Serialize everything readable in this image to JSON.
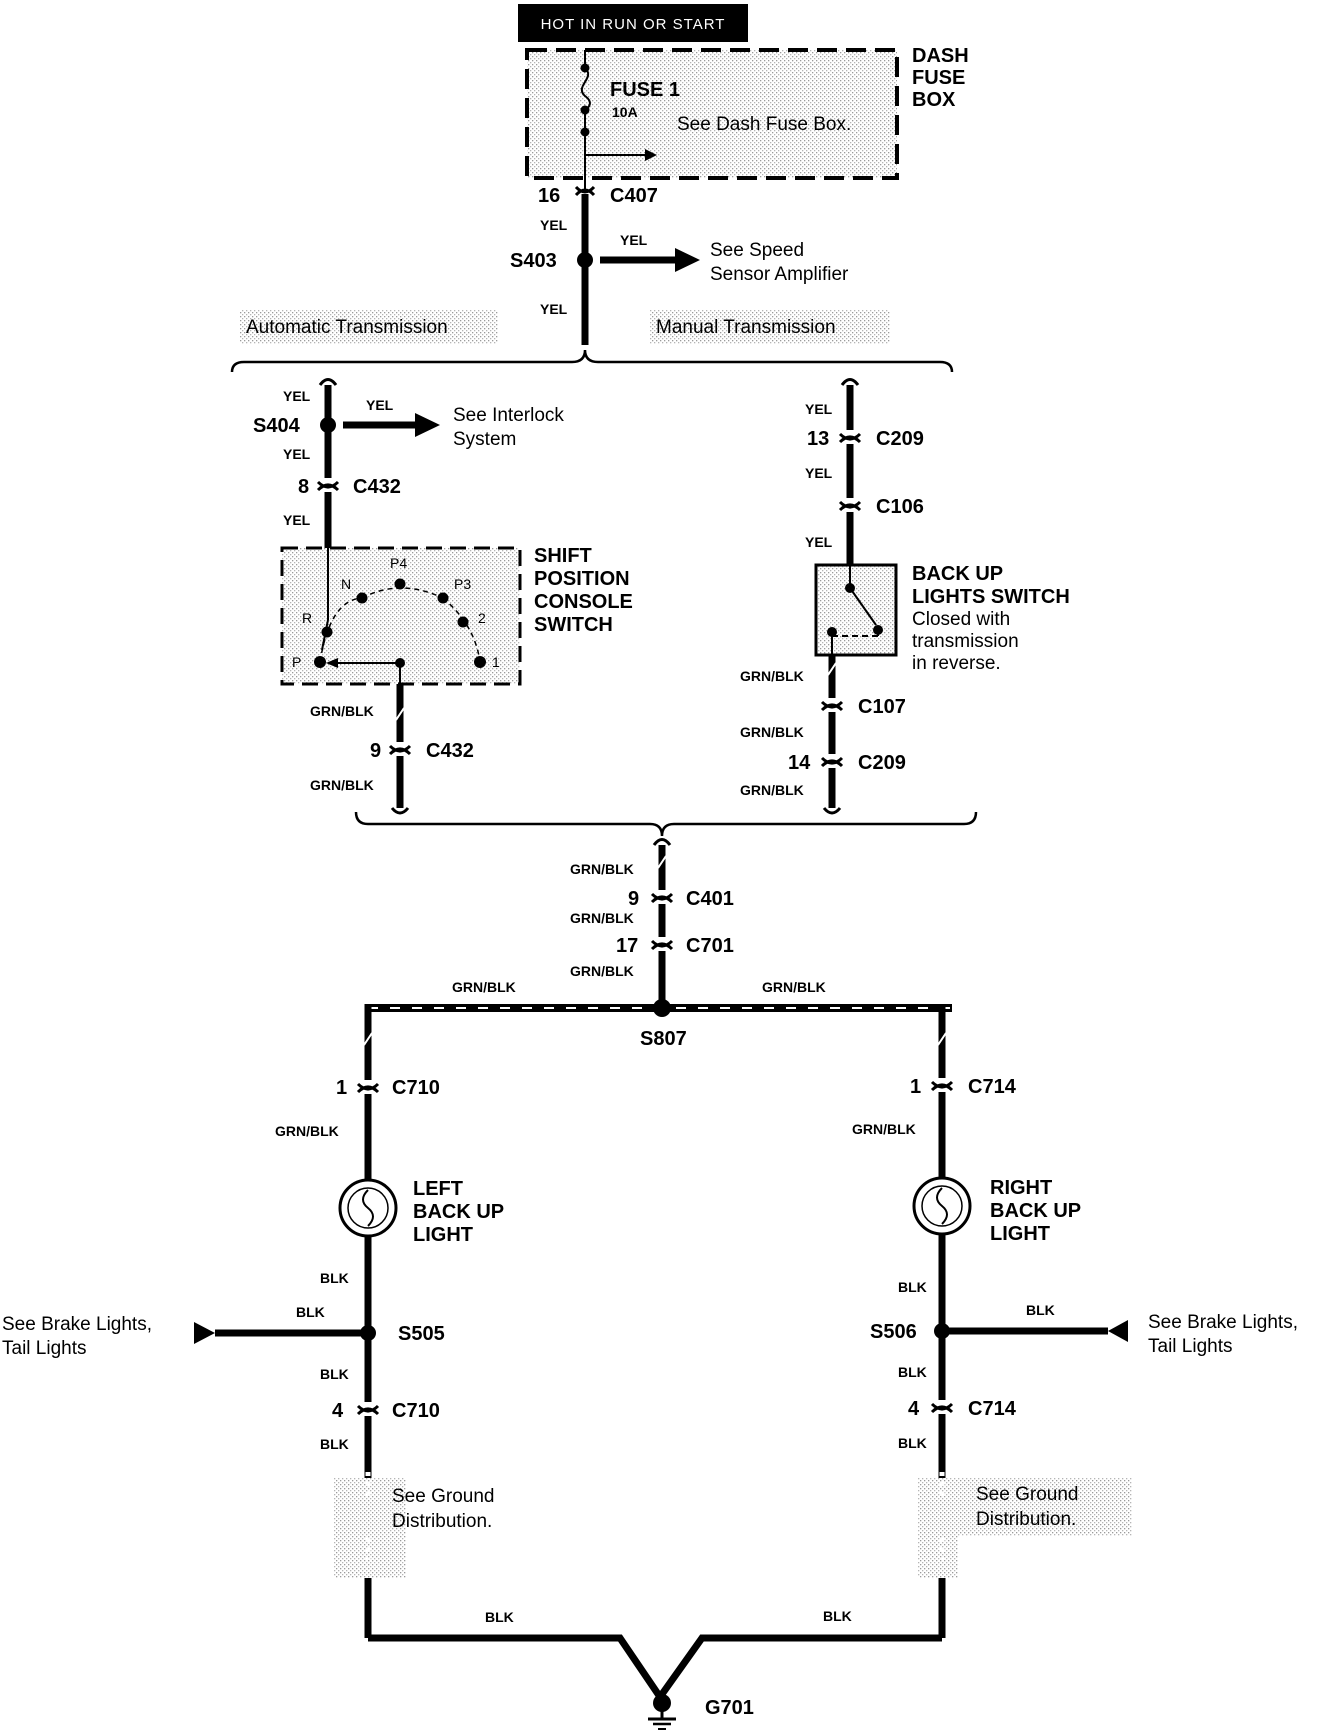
{
  "power": {
    "label": "HOT IN RUN OR START"
  },
  "fuse_box": {
    "name_line1": "DASH",
    "name_line2": "FUSE",
    "name_line3": "BOX",
    "fuse_name": "FUSE 1",
    "fuse_rating": "10A",
    "ref": "See Dash Fuse Box."
  },
  "connectors": {
    "c407": "C407",
    "c407_pin": "16",
    "c432": "C432",
    "c432_pin_a": "8",
    "c432_pin_b": "9",
    "c209": "C209",
    "c209_pin_a": "13",
    "c209_pin_b": "14",
    "c106": "C106",
    "c107": "C107",
    "c401": "C401",
    "c401_pin": "9",
    "c701": "C701",
    "c701_pin": "17",
    "c710": "C710",
    "c710_pin_a": "1",
    "c710_pin_b": "4",
    "c714": "C714",
    "c714_pin_a": "1",
    "c714_pin_b": "4"
  },
  "splices": {
    "s403": "S403",
    "s404": "S404",
    "s807": "S807",
    "s505": "S505",
    "s506": "S506"
  },
  "ground": {
    "g701": "G701"
  },
  "wires": {
    "yel": "YEL",
    "grn_blk": "GRN/BLK",
    "blk": "BLK"
  },
  "refs": {
    "speed_1": "See Speed",
    "speed_2": "Sensor Amplifier",
    "interlock_1": "See Interlock",
    "interlock_2": "System",
    "brake_left_1": "See Brake Lights,",
    "brake_left_2": "Tail Lights",
    "brake_right_1": "See Brake Lights,",
    "brake_right_2": "Tail Lights",
    "ground_left_1": "See Ground",
    "ground_left_2": "Distribution.",
    "ground_right_1": "See Ground",
    "ground_right_2": "Distribution."
  },
  "branches": {
    "auto": "Automatic Transmission",
    "manual": "Manual Transmission"
  },
  "shift_switch": {
    "line1": "SHIFT",
    "line2": "POSITION",
    "line3": "CONSOLE",
    "line4": "SWITCH",
    "positions": {
      "p4": "P4",
      "n": "N",
      "p3": "P3",
      "r": "R",
      "two": "2",
      "p": "P",
      "one": "1"
    }
  },
  "backup_switch": {
    "line1": "BACK UP",
    "line2": "LIGHTS SWITCH",
    "note1": "Closed with",
    "note2": "transmission",
    "note3": "in reverse."
  },
  "left_light": {
    "line1": "LEFT",
    "line2": "BACK UP",
    "line3": "LIGHT"
  },
  "right_light": {
    "line1": "RIGHT",
    "line2": "BACK UP",
    "line3": "LIGHT"
  }
}
